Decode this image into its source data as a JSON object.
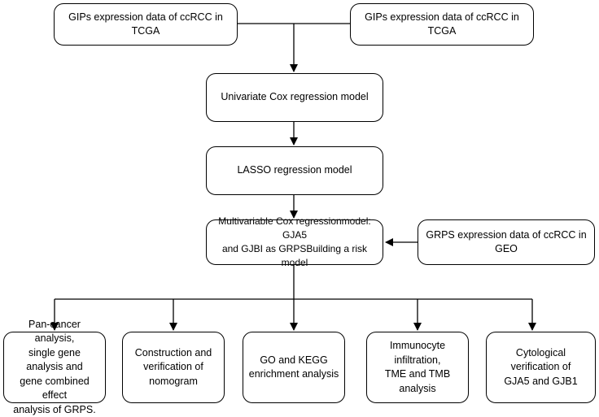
{
  "flowchart": {
    "nodes": {
      "tcga_left": "GIPs expression data of ccRCC in TCGA",
      "tcga_right": "GIPs expression data of ccRCC in TCGA",
      "univariate": "Univariate Cox regression model",
      "lasso": "LASSO regression model",
      "multivariable": "Multivariable Cox regressionmodel: GJA5\nand GJBI as GRPSBuilding a risk model",
      "geo": "GRPS expression data of ccRCC in GEO",
      "pancancer": "Pan-cancer analysis,\nsingle gene analysis and\ngene combined effect\nanalysis of GRPS.",
      "nomogram": "Construction and\nverification of nomogram",
      "go_kegg": "GO and KEGG\nenrichment analysis",
      "immunocyte": "Immunocyte infiltration,\nTME and TMB analysis",
      "cytological": "Cytological verification of\nGJA5 and GJB1"
    }
  }
}
